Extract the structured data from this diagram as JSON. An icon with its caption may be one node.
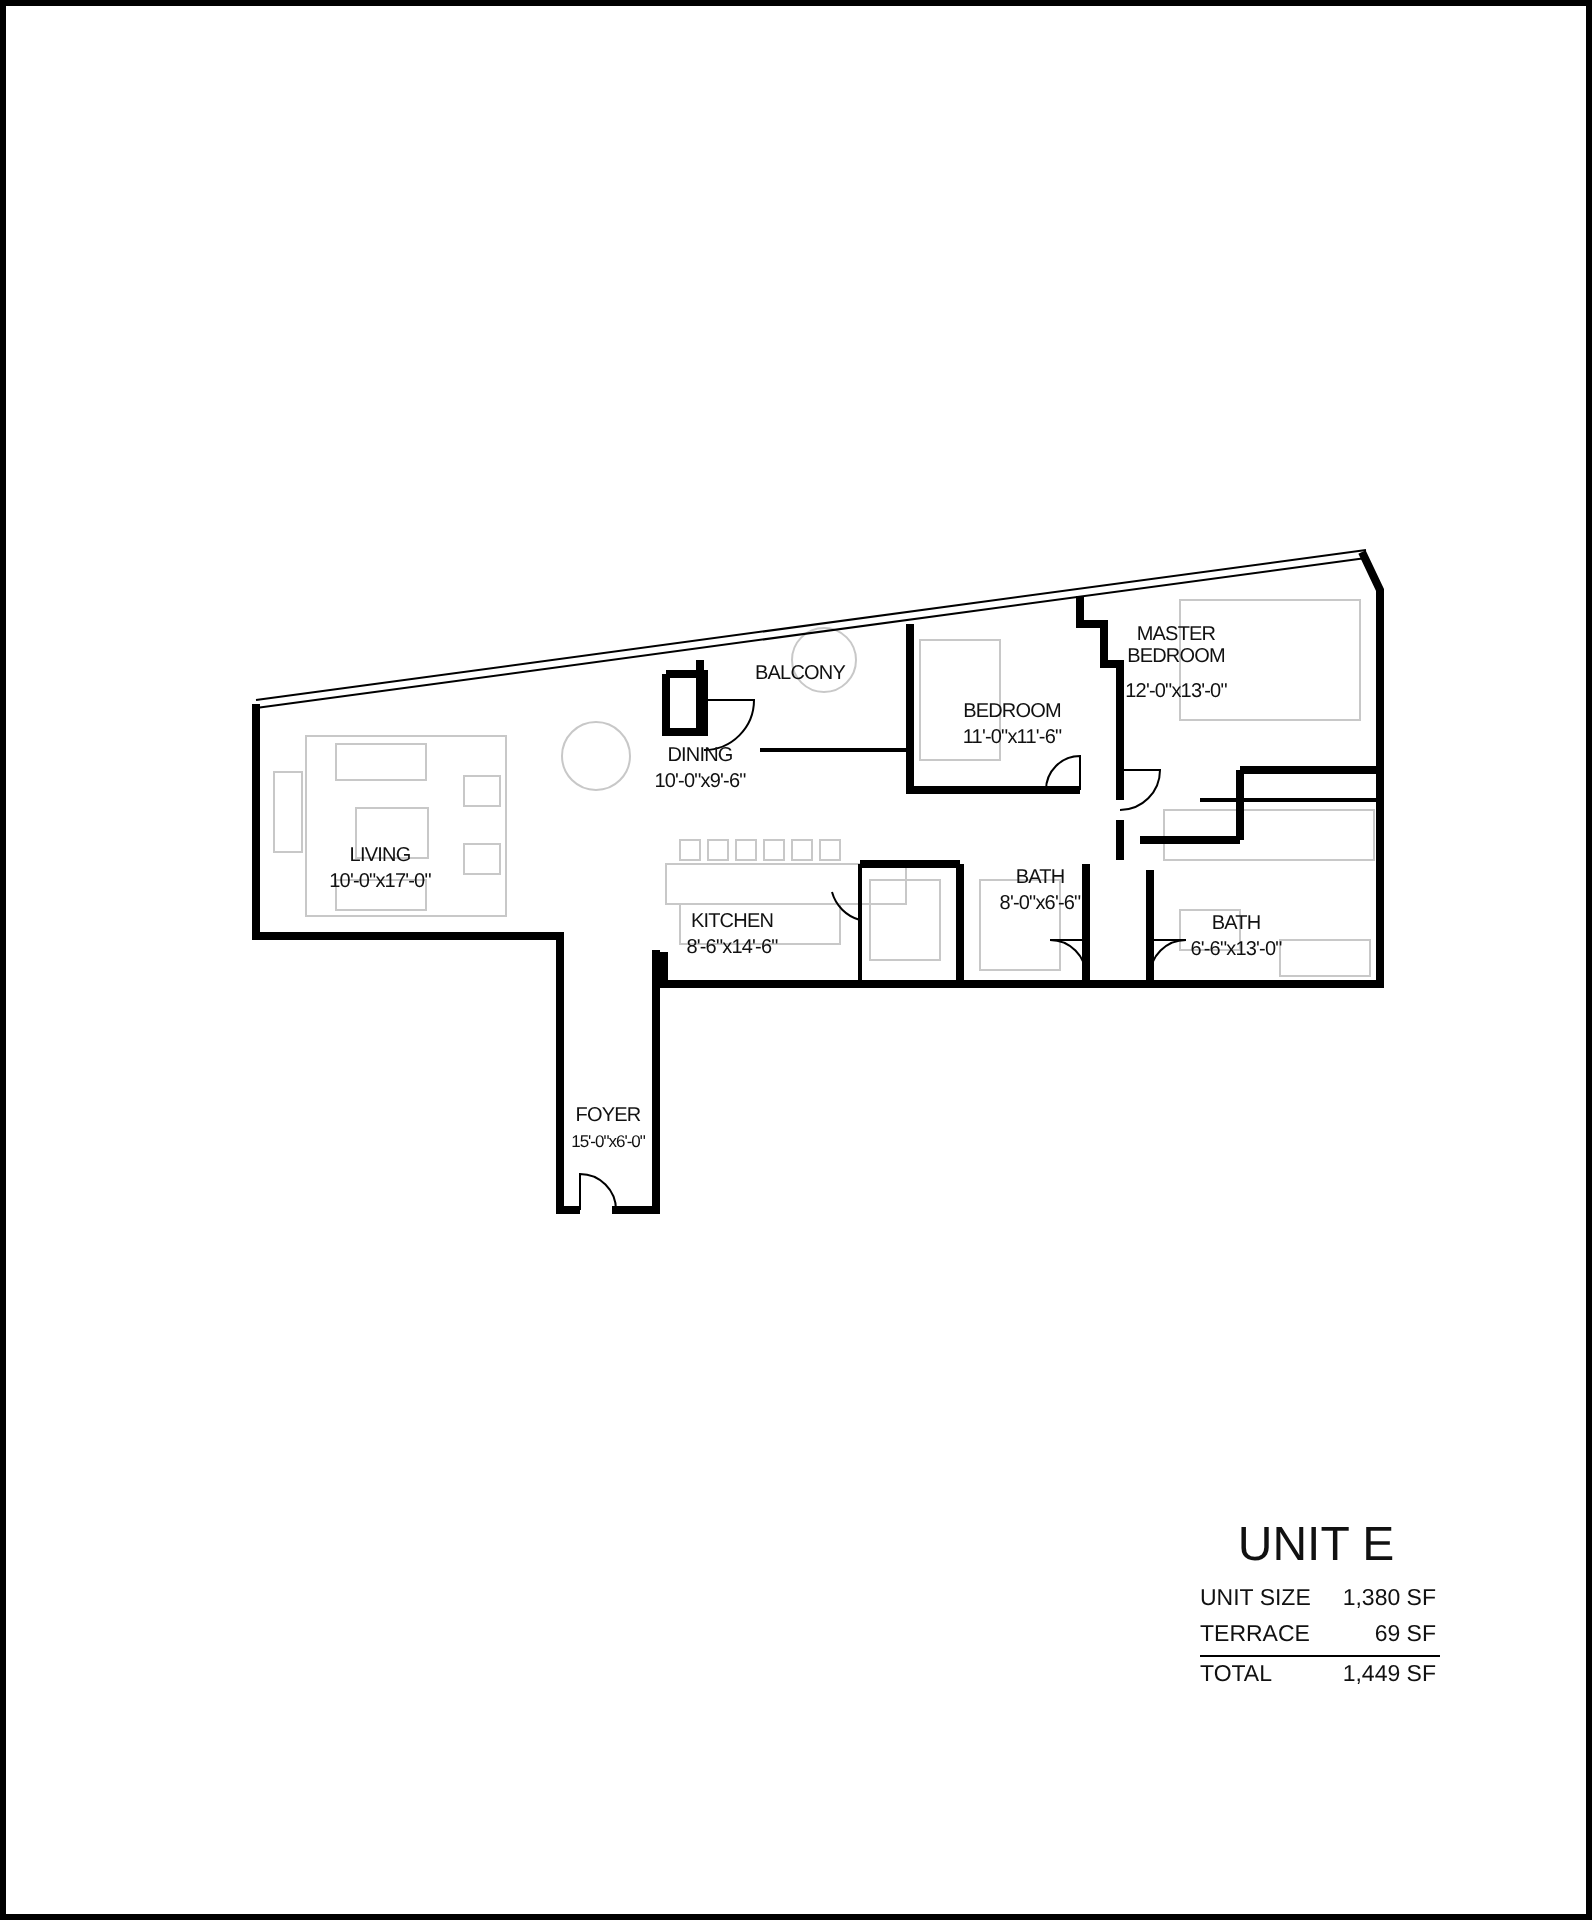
{
  "diagram": {
    "title": "UNIT E",
    "labels": [
      "MASTER BEDROOM",
      "BALCONY",
      "12'-0\"x13'-0\"",
      "BEDROOM",
      "11'-0\"x11'-6\"",
      "DINING",
      "10'-0\"x9'-6\"",
      "LIVING",
      "10'-0\"x17'-0\"",
      "BATH",
      "8'-0\"x6'-6\"",
      "KITCHEN",
      "8'-6\"x14'-6\"",
      "BATH",
      "6'-6\"x13'-0\"",
      "FOYER",
      "15'-0\"x6'-0\"",
      "UNIT SIZE",
      "1,380 SF",
      "TERRACE",
      "69 SF",
      "TOTAL",
      "1,449 SF"
    ]
  }
}
